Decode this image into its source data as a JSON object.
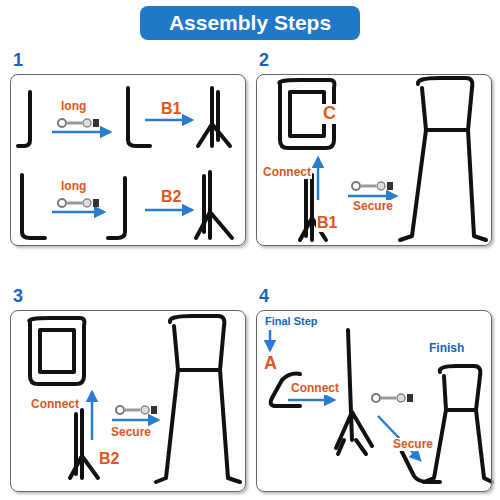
{
  "diagram": {
    "title": "Assembly Steps",
    "nodes": [
      {
        "text": [
          "1"
        ]
      },
      {
        "text": [
          "2"
        ]
      },
      {
        "text": [
          "3"
        ]
      },
      {
        "text": [
          "4"
        ]
      }
    ],
    "labels": [
      "long",
      "B1",
      "long",
      "B2",
      "C",
      "Connect",
      "Secure",
      "B1",
      "Connect",
      "Secure",
      "B2",
      "Final Step",
      "A",
      "Connect",
      "Secure",
      "Finish"
    ]
  }
}
